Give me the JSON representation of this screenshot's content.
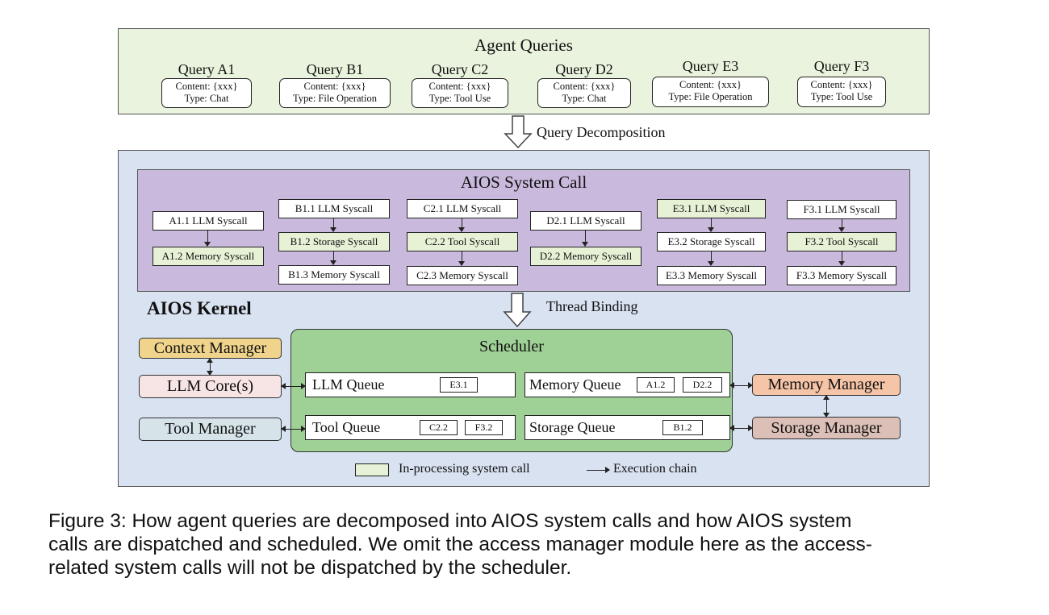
{
  "queries": {
    "title": "Agent Queries",
    "items": [
      {
        "title": "Query A1",
        "content": "Content: {xxx}",
        "type": "Type: Chat"
      },
      {
        "title": "Query B1",
        "content": "Content: {xxx}",
        "type": "Type: File Operation"
      },
      {
        "title": "Query C2",
        "content": "Content: {xxx}",
        "type": "Type: Tool Use"
      },
      {
        "title": "Query D2",
        "content": "Content: {xxx}",
        "type": "Type: Chat"
      },
      {
        "title": "Query E3",
        "content": "Content: {xxx}",
        "type": "Type: File Operation"
      },
      {
        "title": "Query F3",
        "content": "Content: {xxx}",
        "type": "Type: Tool Use"
      }
    ]
  },
  "steps": {
    "decomposition": "Query Decomposition",
    "binding": "Thread Binding"
  },
  "syscall": {
    "title": "AIOS System Call",
    "columns": [
      {
        "calls": [
          {
            "label": "A1.1 LLM Syscall",
            "active": false
          },
          {
            "label": "A1.2 Memory Syscall",
            "active": true
          }
        ]
      },
      {
        "calls": [
          {
            "label": "B1.1 LLM Syscall",
            "active": false
          },
          {
            "label": "B1.2 Storage Syscall",
            "active": true
          },
          {
            "label": "B1.3 Memory Syscall",
            "active": false
          }
        ]
      },
      {
        "calls": [
          {
            "label": "C2.1 LLM Syscall",
            "active": false
          },
          {
            "label": "C2.2 Tool Syscall",
            "active": true
          },
          {
            "label": "C2.3 Memory Syscall",
            "active": false
          }
        ]
      },
      {
        "calls": [
          {
            "label": "D2.1 LLM Syscall",
            "active": false
          },
          {
            "label": "D2.2 Memory Syscall",
            "active": true
          }
        ]
      },
      {
        "calls": [
          {
            "label": "E3.1 LLM Syscall",
            "active": true
          },
          {
            "label": "E3.2 Storage Syscall",
            "active": false
          },
          {
            "label": "E3.3 Memory Syscall",
            "active": false
          }
        ]
      },
      {
        "calls": [
          {
            "label": "F3.1 LLM Syscall",
            "active": false
          },
          {
            "label": "F3.2 Tool Syscall",
            "active": true
          },
          {
            "label": "F3.3 Memory Syscall",
            "active": false
          }
        ]
      }
    ]
  },
  "kernel": {
    "title": "AIOS Kernel"
  },
  "scheduler": {
    "title": "Scheduler",
    "queues": {
      "llm": {
        "label": "LLM Queue",
        "items": [
          "E3.1"
        ]
      },
      "memory": {
        "label": "Memory Queue",
        "items": [
          "A1.2",
          "D2.2"
        ]
      },
      "tool": {
        "label": "Tool Queue",
        "items": [
          "C2.2",
          "F3.2"
        ]
      },
      "storage": {
        "label": "Storage Queue",
        "items": [
          "B1.2"
        ]
      }
    }
  },
  "managers": {
    "context": "Context Manager",
    "llm_core": "LLM Core(s)",
    "tool": "Tool Manager",
    "memory": "Memory Manager",
    "storage": "Storage Manager"
  },
  "colors": {
    "context": "#f0d48c",
    "llm_core": "#f7e4e4",
    "tool": "#d6e4ea",
    "memory": "#f6c4a6",
    "storage": "#dcc0b8",
    "active_syscall": "#e6f1d6",
    "scheduler": "#9fd197"
  },
  "legend": {
    "in_processing": "In-processing system call",
    "execution_chain": "Execution chain"
  },
  "caption": {
    "lines": [
      "Figure 3: How agent queries are decomposed into AIOS system calls and how AIOS system",
      "calls are dispatched and scheduled. We omit the access manager module here as the access-",
      "related system calls will not be dispatched by the scheduler."
    ]
  }
}
